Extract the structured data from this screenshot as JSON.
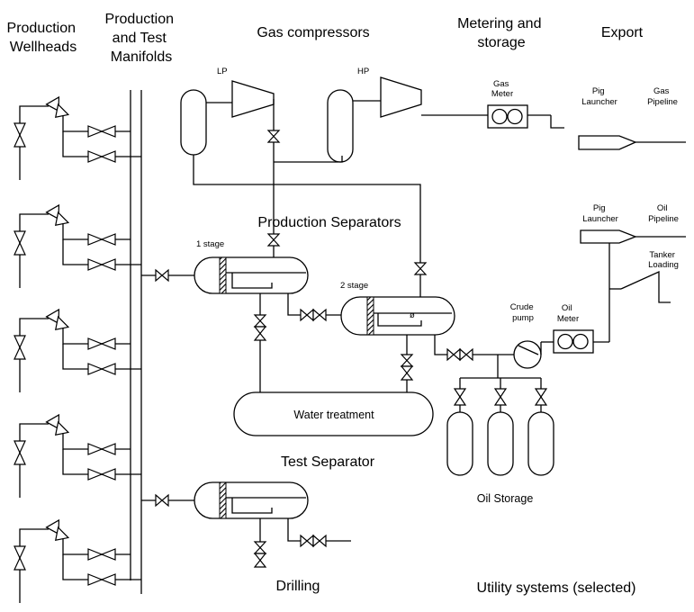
{
  "headers": {
    "production_wellheads": [
      "Production",
      "Wellheads"
    ],
    "manifolds": [
      "Production",
      "and Test",
      "Manifolds"
    ],
    "gas_compressors": "Gas compressors",
    "metering": [
      "Metering and",
      "storage"
    ],
    "export": "Export"
  },
  "labels": {
    "lp": "LP",
    "hp": "HP",
    "gas_meter": [
      "Gas",
      "Meter"
    ],
    "pig_launcher_gas": [
      "Pig",
      "Launcher"
    ],
    "gas_pipeline": [
      "Gas",
      "Pipeline"
    ],
    "pig_launcher_oil": [
      "Pig",
      "Launcher"
    ],
    "oil_pipeline": [
      "Oil",
      "Pipeline"
    ],
    "tanker_loading": [
      "Tanker",
      "Loading"
    ],
    "production_separators": "Production Separators",
    "stage1": "1 stage",
    "stage2": "2 stage",
    "crude_pump": [
      "Crude",
      "pump"
    ],
    "oil_meter": [
      "Oil",
      "Meter"
    ],
    "water_treatment": "Water treatment",
    "test_separator": "Test Separator",
    "oil_storage": "Oil Storage",
    "drilling": "Drilling",
    "utility_systems": "Utility systems (selected)",
    "phi": "ø"
  }
}
